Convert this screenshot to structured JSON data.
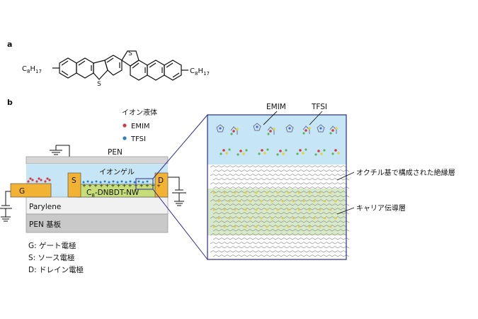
{
  "panel_a": {
    "label": "a",
    "substituent_left": {
      "base": "C",
      "sub1": "8",
      "mid": "H",
      "sub2": "17"
    },
    "substituent_right": {
      "base": "C",
      "sub1": "8",
      "mid": "H",
      "sub2": "17"
    },
    "heteroatom_top": "S",
    "heteroatom_bottom": "S"
  },
  "panel_b": {
    "label": "b",
    "ionic_liquid_title": "イオン液体",
    "legend": [
      {
        "name": "EMIM",
        "color": "#d23a4a"
      },
      {
        "name": "TFSI",
        "color": "#2a7fc4"
      }
    ],
    "device": {
      "pen_top": "PEN",
      "ion_gel": "イオンゲル",
      "gate": "G",
      "source": "S",
      "drain": "D",
      "channel": {
        "pre": "C",
        "sub": "8",
        "post": "-DNBDT-NW"
      },
      "parylene": "Parylene",
      "substrate": "PEN 基板",
      "plus_row": "+ + + + + + + + + + + + + +"
    },
    "electrode_legend": [
      "G: ゲート電極",
      "S: ソース電極",
      "D: ドレイン電極"
    ],
    "zoom": {
      "ion_labels": [
        "EMIM",
        "TFSI"
      ],
      "annotations": [
        "オクチル基で構成された絶縁層",
        "キャリア伝導層"
      ]
    },
    "colors": {
      "ion_gel": "#c6e6f6",
      "channel": "#c7dd7a",
      "electrode": "#f2b233",
      "pen": "#d6d6d6",
      "parylene": "#f1f1f1",
      "substrate": "#c9c9c9",
      "zoom_frame": "#2c2c8c",
      "carrier_layer": "#d7e9c8"
    }
  }
}
